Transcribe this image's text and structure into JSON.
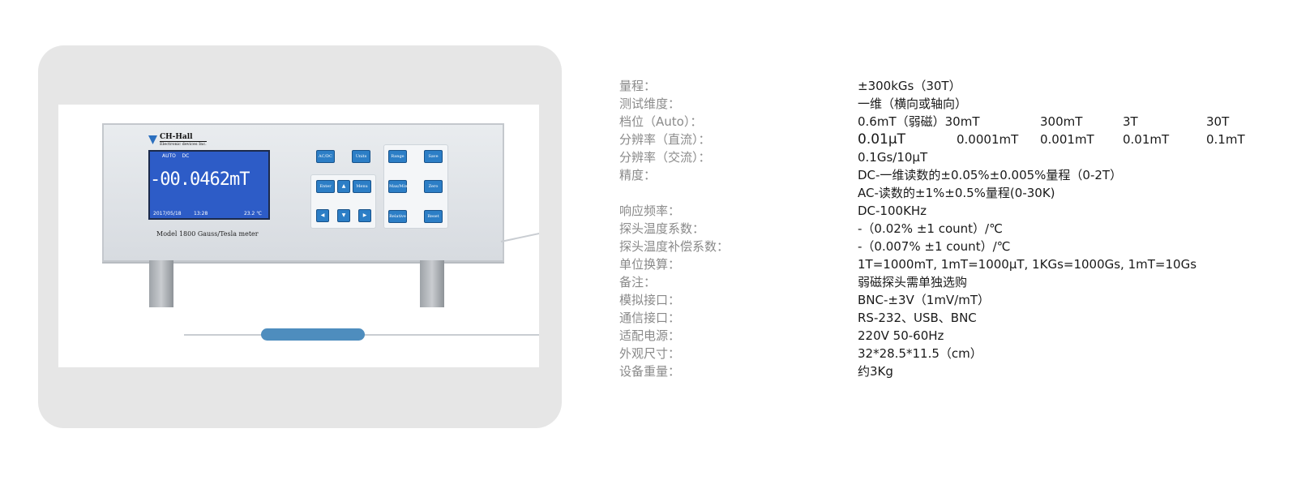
{
  "device": {
    "brand": "CH-Hall",
    "brand_sub": "Electronic devices Inc.",
    "display": {
      "mode_auto": "AUTO",
      "mode_dc": "DC",
      "reading": "-00.0462mT",
      "date": "2017/05/18",
      "time": "13:28",
      "temperature": "23.2 ℃"
    },
    "model_label": "Model 1800 Gauss/Tesla meter",
    "keys": {
      "acdc": "AC/DC",
      "units": "Units",
      "enter": "Enter",
      "menu": "Menu",
      "up": "▲",
      "down": "▼",
      "left": "◀",
      "right": "▶",
      "range": "Range",
      "save": "Save",
      "maxmin": "Max/Min",
      "zero": "Zero",
      "relative": "Relative",
      "reset": "Reset"
    }
  },
  "specs": [
    {
      "label": "量程：",
      "value": "±300kGs（30T）"
    },
    {
      "label": "测试维度：",
      "value": "一维（横向或轴向）"
    },
    {
      "label": "档位（Auto）：",
      "columns": [
        "0.6mT（弱磁）30mT",
        "300mT",
        "3T",
        "30T"
      ]
    },
    {
      "label": "分辨率（直流）：",
      "columns": [
        "0.01µT",
        "0.0001mT",
        "0.001mT",
        "0.01mT",
        "0.1mT"
      ]
    },
    {
      "label": "分辨率（交流）：",
      "value": "0.1Gs/10μT"
    },
    {
      "label": "精度：",
      "value": "DC-一维读数的±0.05%±0.005%量程（0-2T）"
    },
    {
      "label": "",
      "value": "AC-读数的±1%±0.5%量程(0-30K)"
    },
    {
      "label": "响应频率：",
      "value": "DC-100KHz"
    },
    {
      "label": "探头温度系数：",
      "value": "-（0.02% ±1 count）/℃"
    },
    {
      "label": "探头温度补偿系数：",
      "value": "-（0.007% ±1 count）/℃"
    },
    {
      "label": "单位换算：",
      "value": "1T=1000mT, 1mT=1000μT, 1KGs=1000Gs, 1mT=10Gs"
    },
    {
      "label": "备注：",
      "value": "弱磁探头需单独选购"
    },
    {
      "label": "模拟接口：",
      "value": "BNC-±3V（1mV/mT）"
    },
    {
      "label": "通信接口：",
      "value": "RS-232、USB、BNC"
    },
    {
      "label": "适配电源：",
      "value": "220V 50-60Hz"
    },
    {
      "label": "外观尺寸：",
      "value": "32*28.5*11.5（cm）"
    },
    {
      "label": "设备重量：",
      "value": "约3Kg"
    }
  ]
}
